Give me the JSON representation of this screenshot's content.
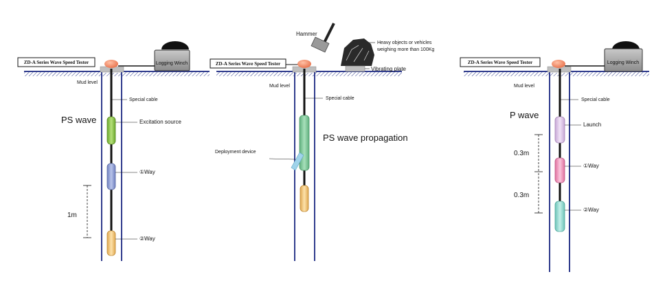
{
  "panel1": {
    "tester_label": "ZD-A Series Wave Speed Tester",
    "winch_label": "Logging Winch",
    "mud_level": "Mud level",
    "special_cable": "Special cable",
    "title": "PS wave",
    "excitation_source": "Excitation source",
    "way1": "①Way",
    "way2": "②Way",
    "spacing": "1m"
  },
  "panel2": {
    "tester_label": "ZD-A Series Wave Speed Tester",
    "hammer": "Hammer",
    "heavy_objects_line1": "Heavy objects or vehicles",
    "heavy_objects_line2": "weighing more than 100Kg",
    "vibrating_plate": "Vibrating plate",
    "mud_level": "Mud level",
    "special_cable": "Special cable",
    "title": "PS wave propagation",
    "deployment_device": "Deployment device"
  },
  "panel3": {
    "tester_label": "ZD-A Series Wave Speed Tester",
    "winch_label": "Logging Winch",
    "mud_level": "Mud level",
    "special_cable": "Special cable",
    "title": "P wave",
    "launch": "Launch",
    "way1": "①Way",
    "way2": "②Way",
    "spacing1": "0.3m",
    "spacing2": "0.3m"
  },
  "colors": {
    "ground": "#2e3a8c",
    "borehole": "#2e3a8c",
    "cable": "#1a1a1a",
    "winch": "#9e9e9e",
    "head": "#f28b6a",
    "green_probe": "#8cc63f",
    "blue_probe": "#8fa0d6",
    "yellow_probe": "#f5c878",
    "pink_probe": "#f29ac5",
    "lavender_probe": "#dcc4e6",
    "teal_probe": "#8fd8d0",
    "ps_green": "#7cc99a"
  }
}
